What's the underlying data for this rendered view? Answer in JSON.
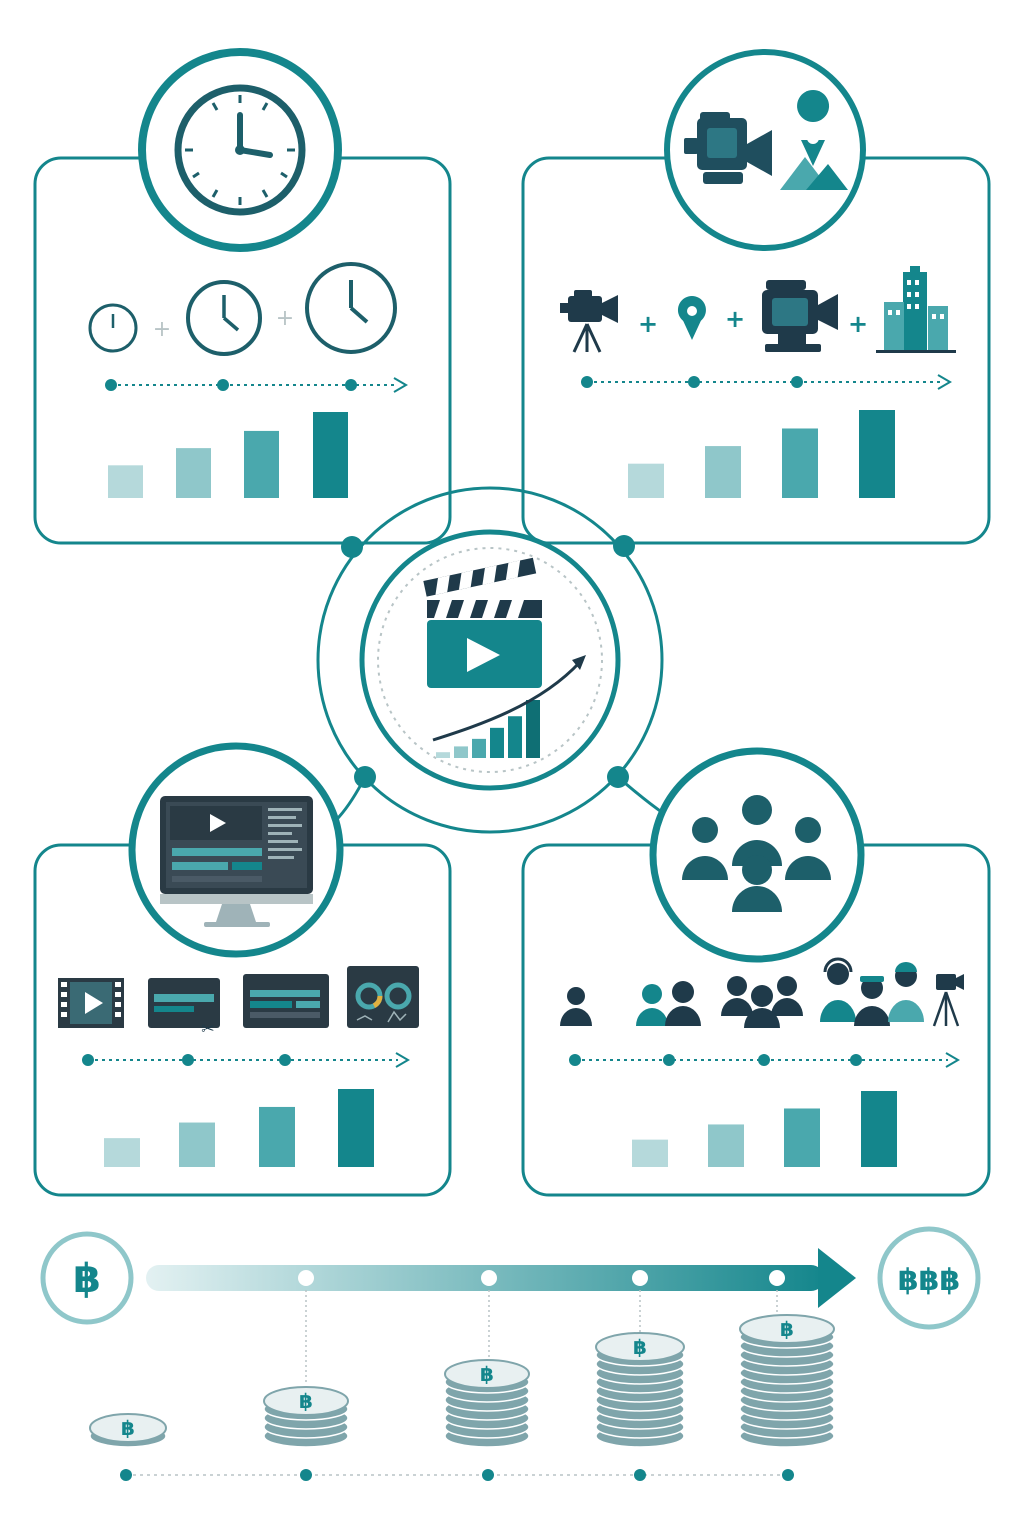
{
  "colors": {
    "teal": "#14868c",
    "teal_dark": "#0f6f74",
    "teal_mid": "#4aa8ad",
    "teal_light": "#8fc7ca",
    "teal_pale": "#b5d9db",
    "navy": "#1f3a4a",
    "grey_light": "#d0d8da"
  },
  "panels": [
    {
      "id": "time",
      "hero_icon": "clock-icon",
      "steps": [
        "small-clock-icon",
        "clock-icon",
        "large-clock-icon"
      ],
      "bar_levels": [
        0.38,
        0.58,
        0.78,
        1.0
      ]
    },
    {
      "id": "gear-locations",
      "hero_icon": "video-camera-location-icon",
      "steps": [
        "camera-on-tripod-icon",
        "location-pin-icon",
        "pro-camera-icon",
        "city-buildings-icon"
      ],
      "bar_levels": [
        0.39,
        0.59,
        0.79,
        1.0
      ]
    },
    {
      "id": "editing",
      "hero_icon": "editing-monitor-icon",
      "steps": [
        "film-strip-icon",
        "cut-timeline-icon",
        "multi-track-timeline-icon",
        "color-grading-icon"
      ],
      "bar_levels": [
        0.37,
        0.57,
        0.77,
        1.0
      ]
    },
    {
      "id": "crew",
      "hero_icon": "team-group-icon",
      "steps": [
        "single-person-icon",
        "two-people-icon",
        "group-people-icon",
        "crew-with-camera-icon"
      ],
      "bar_levels": [
        0.36,
        0.56,
        0.77,
        1.0
      ]
    }
  ],
  "center": {
    "icon": "clapperboard-play-icon",
    "growth_levels": [
      0.1,
      0.2,
      0.33,
      0.52,
      0.72,
      1.0
    ]
  },
  "cost_scale": {
    "start_symbol": "฿",
    "end_symbol": "฿฿฿",
    "coin_symbol": "฿",
    "stack_levels": [
      1,
      4,
      7,
      10,
      12
    ]
  }
}
